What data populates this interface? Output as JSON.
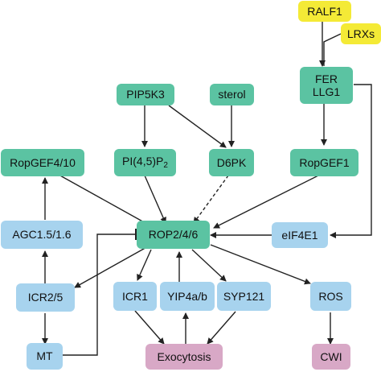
{
  "nodes": {
    "ralf1": "RALF1",
    "lrxs": "LRXs",
    "fer_llg1_line1": "FER",
    "fer_llg1_line2": "LLG1",
    "pip5k3": "PIP5K3",
    "sterol": "sterol",
    "ropgef4_10": "RopGEF4/10",
    "pi45p2_main": "PI(4,5)P",
    "pi45p2_sub": "2",
    "d6pk": "D6PK",
    "ropgef1": "RopGEF1",
    "agc": "AGC1.5/1.6",
    "rop": "ROP2/4/6",
    "eif4e1": "eIF4E1",
    "icr2_5": "ICR2/5",
    "icr1": "ICR1",
    "yip4ab": "YIP4a/b",
    "syp121": "SYP121",
    "ros": "ROS",
    "mt": "MT",
    "exocytosis": "Exocytosis",
    "cwi": "CWI"
  },
  "colors": {
    "green": "#5bc3a2",
    "blue": "#a7d3ee",
    "yellow": "#f4ea36",
    "pink": "#d8a8c6",
    "arrow": "#222222"
  }
}
